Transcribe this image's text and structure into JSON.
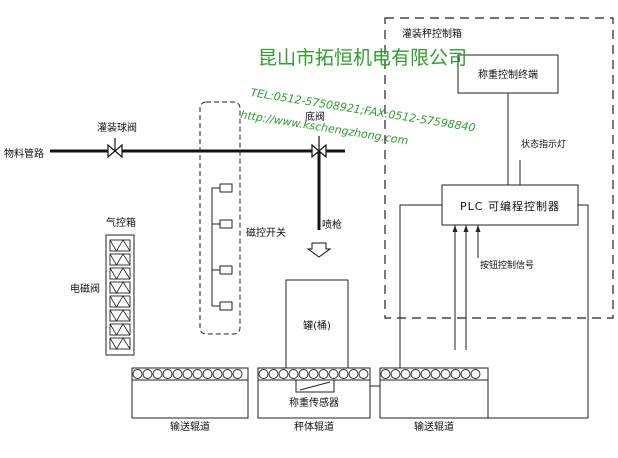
{
  "labels": {
    "control_box": "灌装秤控制箱",
    "weighing_terminal": "称重控制终端",
    "plc_name": "PLC 可编程控制器",
    "status_light": "状态指示灯",
    "button_signal": "按钮控制信号",
    "material_pipe": "物料管路",
    "ball_valve": "灌装球阀",
    "bottom_valve": "底阀",
    "magnetic_switch": "磁控开关",
    "spray_gun": "喷枪",
    "air_box": "气控箱",
    "solenoid_valve": "电磁阀",
    "tank": "罐(桶)",
    "load_cell": "称重传感器",
    "conveyor_left": "输送辊道",
    "conveyor_mid": "秤体辊道",
    "conveyor_right": "输送辊道"
  },
  "watermark": {
    "company": "昆山市拓恒机电有限公司",
    "contact": "TEL:0512-57508921;FAX:0512-57598840",
    "url": "http://www.kschengzhong.com",
    "color": "#2da02d"
  }
}
